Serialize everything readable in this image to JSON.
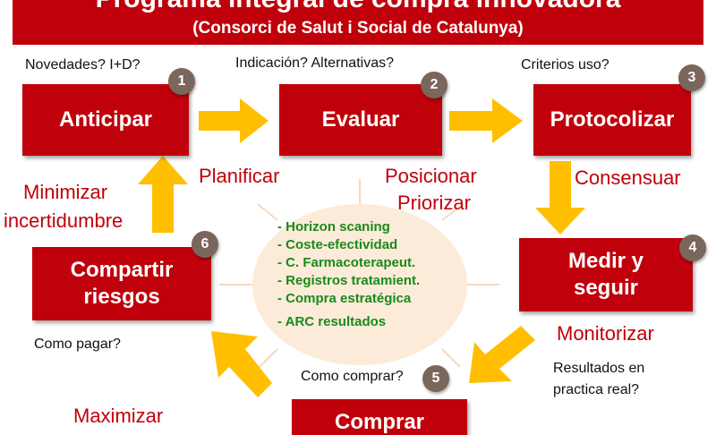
{
  "header": {
    "title": "Programa integral de compra innovadora",
    "subtitle": "(Consorci de Salut i Social de Catalunya)"
  },
  "steps": [
    {
      "label": "Anticipar",
      "number": "1",
      "question": "Novedades? I+D?"
    },
    {
      "label": "Evaluar",
      "number": "2",
      "question": "Indicación? Alternativas?"
    },
    {
      "label": "Protocolizar",
      "number": "3",
      "question": "Criterios uso?"
    },
    {
      "label": "Medir y seguir",
      "number": "4",
      "question": "Resultados en practica real?"
    },
    {
      "label": "Comprar",
      "number": "5",
      "question": "Como comprar?"
    },
    {
      "label": "Compartir riesgos",
      "number": "6",
      "question": "Como pagar?"
    }
  ],
  "transitions": {
    "planificar": "Planificar",
    "posicionar": "Posicionar",
    "priorizar": "Priorizar",
    "consensuar": "Consensuar",
    "monitorizar": "Monitorizar",
    "maximizar": "Maximizar",
    "minimizar": "Minimizar",
    "incertidumbre": "incertidumbre"
  },
  "center_tools": [
    "- Horizon scaning",
    "- Coste-efectividad",
    "- C. Farmacoterapeut.",
    "- Registros tratamient.",
    "- Compra estratégica",
    "- ARC resultados"
  ],
  "colors": {
    "box": "#c0000a",
    "arrow": "#ffbf00",
    "badge": "#7a665b",
    "tools_text": "#1a8a1a",
    "circle": "#fcebd9"
  }
}
